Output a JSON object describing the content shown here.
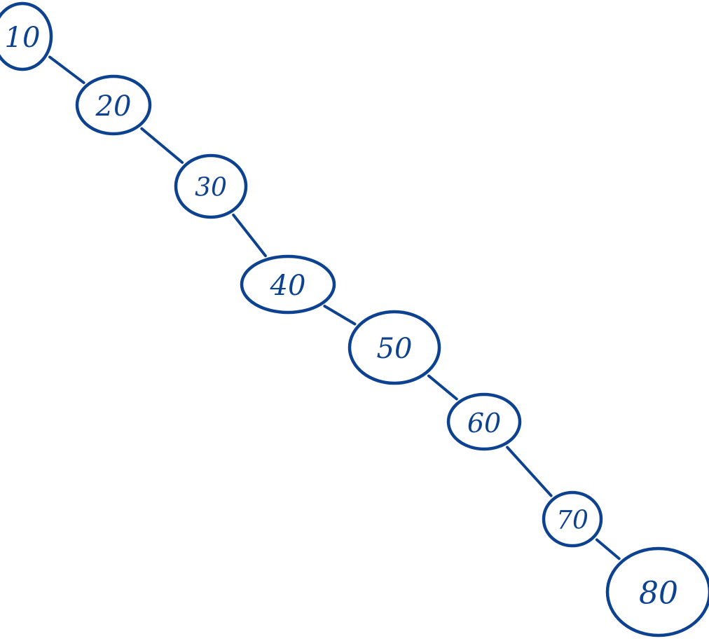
{
  "diagram": {
    "stroke_color": "#0d4290",
    "background": "#ffffff",
    "nodes": [
      {
        "id": "n10",
        "label": "10"
      },
      {
        "id": "n20",
        "label": "20"
      },
      {
        "id": "n30",
        "label": "30"
      },
      {
        "id": "n40",
        "label": "40"
      },
      {
        "id": "n50",
        "label": "50"
      },
      {
        "id": "n60",
        "label": "60"
      },
      {
        "id": "n70",
        "label": "70"
      },
      {
        "id": "n80",
        "label": "80"
      }
    ],
    "edges": [
      {
        "from": "n10",
        "to": "n20"
      },
      {
        "from": "n20",
        "to": "n30"
      },
      {
        "from": "n30",
        "to": "n40"
      },
      {
        "from": "n40",
        "to": "n50"
      },
      {
        "from": "n50",
        "to": "n60"
      },
      {
        "from": "n60",
        "to": "n70"
      },
      {
        "from": "n70",
        "to": "n80"
      }
    ]
  }
}
